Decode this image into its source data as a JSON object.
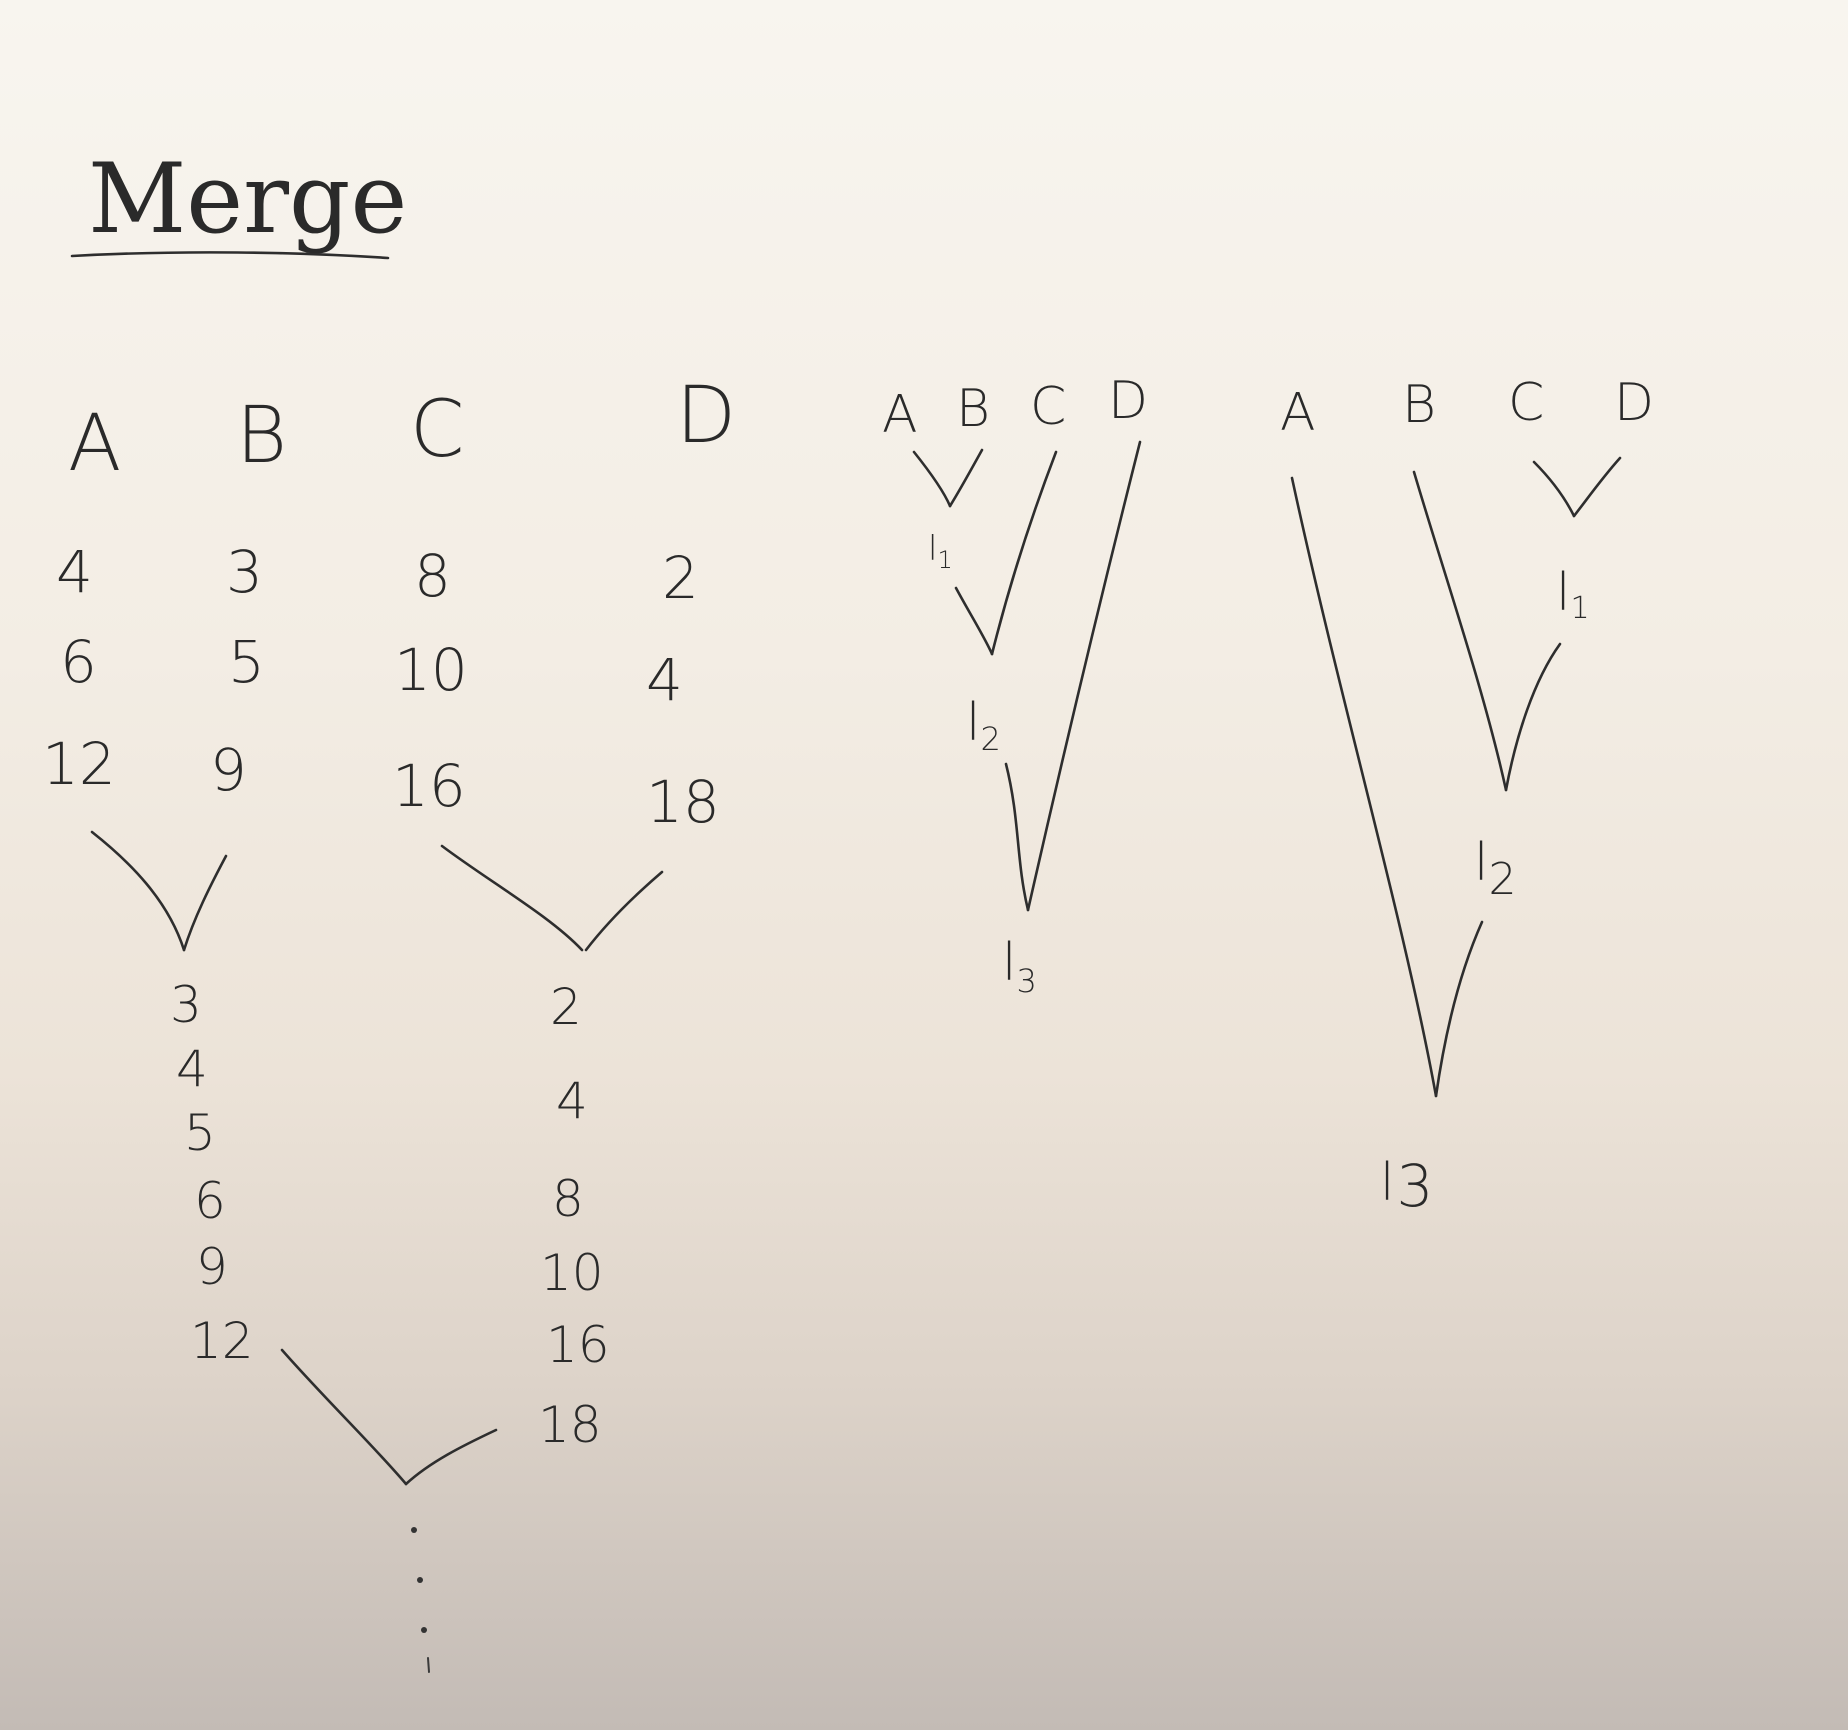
{
  "title": "Merge",
  "panel_1": {
    "columns": [
      {
        "header": "A",
        "values": [
          "4",
          "6",
          "12"
        ]
      },
      {
        "header": "B",
        "values": [
          "3",
          "5",
          "9"
        ]
      },
      {
        "header": "C",
        "values": [
          "8",
          "10",
          "16"
        ]
      },
      {
        "header": "D",
        "values": [
          "2",
          "4",
          "18"
        ]
      }
    ],
    "merge_ab": [
      "3",
      "4",
      "5",
      "6",
      "9",
      "12"
    ],
    "merge_cd": [
      "2",
      "4",
      "8",
      "10",
      "16",
      "18"
    ],
    "continuation": "⋮"
  },
  "panel_2": {
    "headers": [
      "A",
      "B",
      "C",
      "D"
    ],
    "labels": [
      {
        "base": "l",
        "sub": "1"
      },
      {
        "base": "l",
        "sub": "2"
      },
      {
        "base": "l",
        "sub": "3"
      }
    ]
  },
  "panel_3": {
    "headers": [
      "A",
      "B",
      "C",
      "D"
    ],
    "labels": [
      {
        "base": "l",
        "sub": "1"
      },
      {
        "base": "l",
        "sub": "2"
      },
      {
        "base": "l",
        "sub": "3"
      }
    ]
  }
}
